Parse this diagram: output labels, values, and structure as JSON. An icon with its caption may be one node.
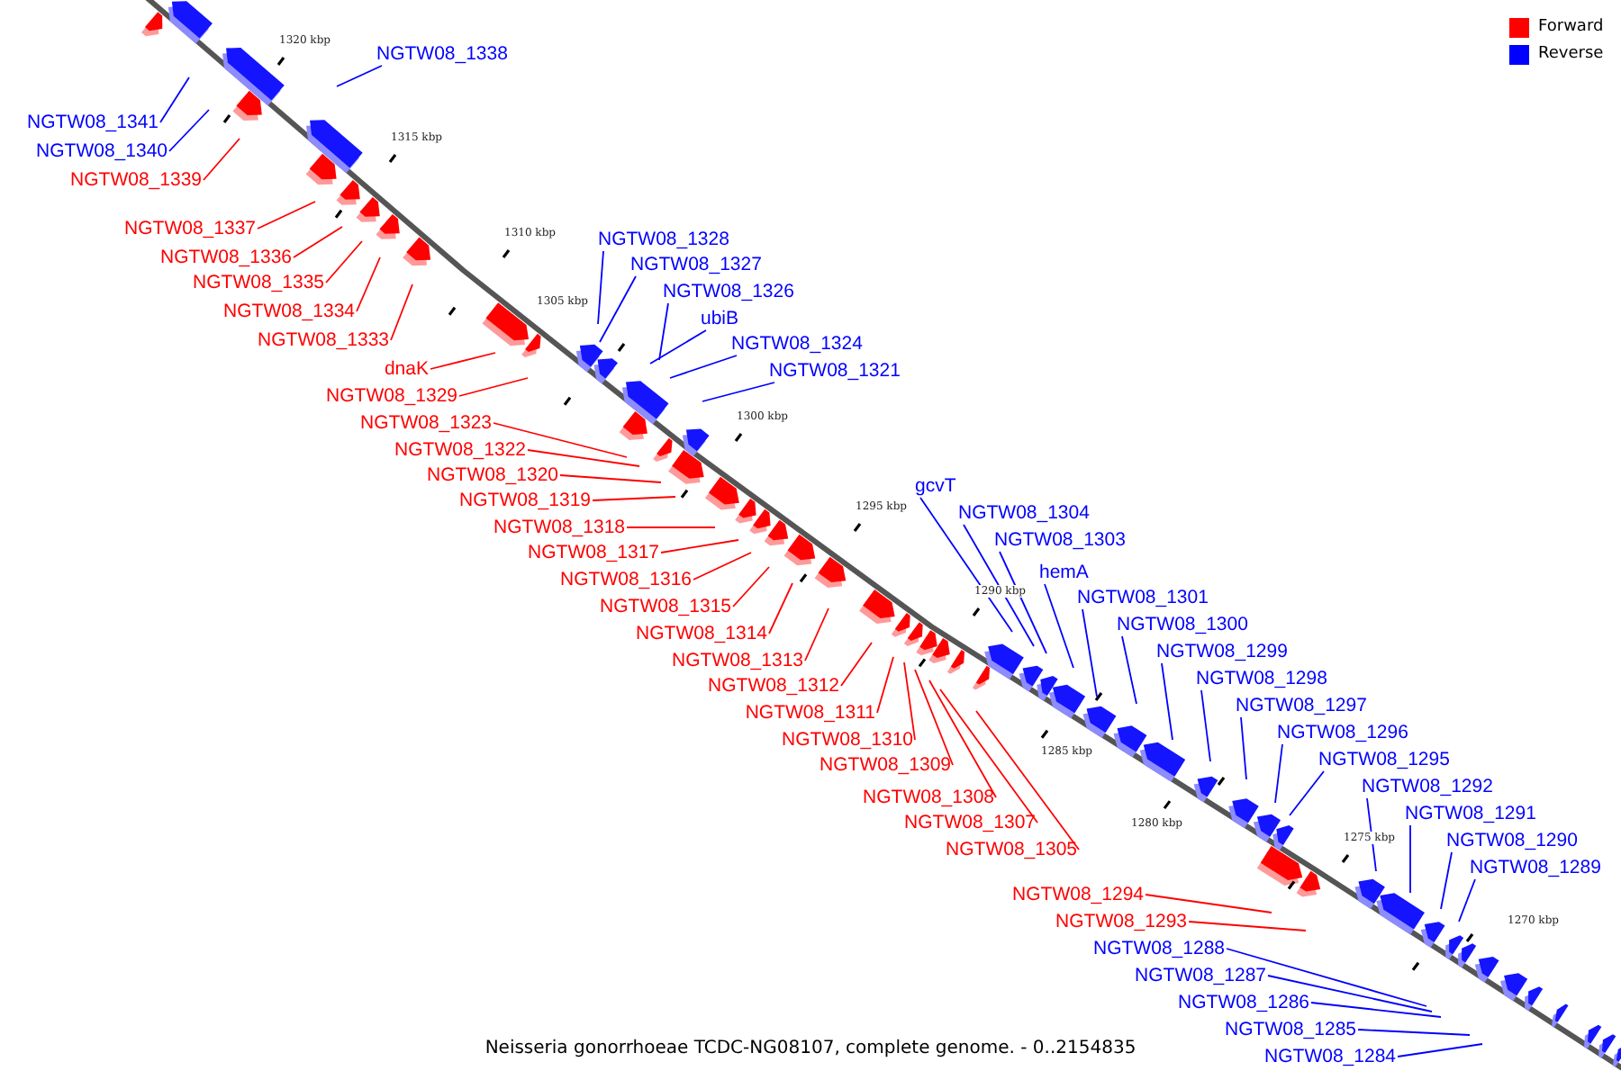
{
  "diagram": {
    "caption": "Neisseria gonorrhoeae TCDC-NG08107, complete genome. - 0..2154835",
    "nodes": [
      {
        "text": [
          "NGTW08_1338"
        ]
      },
      {
        "text": [
          "NGTW08_1341"
        ]
      },
      {
        "text": [
          "NGTW08_1340"
        ]
      },
      {
        "text": [
          "NGTW08_1339"
        ]
      },
      {
        "text": [
          "NGTW08_1337"
        ]
      },
      {
        "text": [
          "NGTW08_1328"
        ]
      },
      {
        "text": [
          "NGTW08_1336"
        ]
      },
      {
        "text": [
          "NGTW08_1327"
        ]
      },
      {
        "text": [
          "NGTW08_1335"
        ]
      },
      {
        "text": [
          "NGTW08_1326"
        ]
      },
      {
        "text": [
          "NGTW08_1334"
        ]
      },
      {
        "text": [
          "ubiB"
        ]
      },
      {
        "text": [
          "NGTW08_1333"
        ]
      },
      {
        "text": [
          "NGTW08_1324"
        ]
      },
      {
        "text": [
          "dnaK"
        ]
      },
      {
        "text": [
          "NGTW08_1321"
        ]
      },
      {
        "text": [
          "NGTW08_1329"
        ]
      },
      {
        "text": [
          "NGTW08_1323"
        ]
      },
      {
        "text": [
          "NGTW08_1322"
        ]
      },
      {
        "text": [
          "NGTW08_1320"
        ]
      },
      {
        "text": [
          "gcvT"
        ]
      },
      {
        "text": [
          "NGTW08_1319"
        ]
      },
      {
        "text": [
          "NGTW08_1304"
        ]
      },
      {
        "text": [
          "NGTW08_1318"
        ]
      },
      {
        "text": [
          "NGTW08_1303"
        ]
      },
      {
        "text": [
          "NGTW08_1317"
        ]
      },
      {
        "text": [
          "hemA"
        ]
      },
      {
        "text": [
          "NGTW08_1316"
        ]
      },
      {
        "text": [
          "NGTW08_1301"
        ]
      },
      {
        "text": [
          "NGTW08_1315"
        ]
      },
      {
        "text": [
          "NGTW08_1300"
        ]
      },
      {
        "text": [
          "NGTW08_1314"
        ]
      },
      {
        "text": [
          "NGTW08_1299"
        ]
      },
      {
        "text": [
          "NGTW08_1313"
        ]
      },
      {
        "text": [
          "NGTW08_1298"
        ]
      },
      {
        "text": [
          "NGTW08_1312"
        ]
      },
      {
        "text": [
          "NGTW08_1297"
        ]
      },
      {
        "text": [
          "NGTW08_1311"
        ]
      },
      {
        "text": [
          "NGTW08_1296"
        ]
      },
      {
        "text": [
          "NGTW08_1310"
        ]
      },
      {
        "text": [
          "NGTW08_1295"
        ]
      },
      {
        "text": [
          "NGTW08_1309"
        ]
      },
      {
        "text": [
          "NGTW08_1292"
        ]
      },
      {
        "text": [
          "NGTW08_1308"
        ]
      },
      {
        "text": [
          "NGTW08_1291"
        ]
      },
      {
        "text": [
          "NGTW08_1307"
        ]
      },
      {
        "text": [
          "NGTW08_1290"
        ]
      },
      {
        "text": [
          "NGTW08_1305"
        ]
      },
      {
        "text": [
          "NGTW08_1289"
        ]
      },
      {
        "text": [
          "NGTW08_1294"
        ]
      },
      {
        "text": [
          "NGTW08_1293"
        ]
      },
      {
        "text": [
          "NGTW08_1288"
        ]
      },
      {
        "text": [
          "NGTW08_1287"
        ]
      },
      {
        "text": [
          "NGTW08_1286"
        ]
      },
      {
        "text": [
          "NGTW08_1285"
        ]
      },
      {
        "text": [
          "NGTW08_1284"
        ]
      }
    ],
    "edges": [
      {
        "from": 0,
        "to": null,
        "arrow": "none"
      },
      {
        "from": 1,
        "to": null,
        "arrow": "none"
      },
      {
        "from": 2,
        "to": null,
        "arrow": "none"
      },
      {
        "from": 3,
        "to": null,
        "arrow": "none",
        "color": "#ff0000"
      },
      {
        "from": 4,
        "to": null,
        "arrow": "none",
        "color": "#ff0000"
      },
      {
        "from": 5,
        "to": null,
        "arrow": "none"
      },
      {
        "from": 6,
        "to": null,
        "arrow": "none",
        "color": "#ff0000"
      },
      {
        "from": 7,
        "to": null,
        "arrow": "none"
      },
      {
        "from": 8,
        "to": null,
        "arrow": "none",
        "color": "#ff0000"
      },
      {
        "from": 9,
        "to": null,
        "arrow": "none"
      },
      {
        "from": 10,
        "to": null,
        "arrow": "none",
        "color": "#ff0000"
      },
      {
        "from": 11,
        "to": null,
        "arrow": "none"
      },
      {
        "from": 12,
        "to": null,
        "arrow": "none",
        "color": "#ff0000"
      },
      {
        "from": 13,
        "to": null,
        "arrow": "none"
      },
      {
        "from": 14,
        "to": null,
        "arrow": "none",
        "color": "#ff0000"
      },
      {
        "from": 15,
        "to": null,
        "arrow": "none"
      },
      {
        "from": 16,
        "to": null,
        "arrow": "none",
        "color": "#ff0000"
      },
      {
        "from": 17,
        "to": null,
        "arrow": "none",
        "color": "#ff0000"
      },
      {
        "from": 18,
        "to": null,
        "arrow": "none",
        "color": "#ff0000"
      },
      {
        "from": 19,
        "to": null,
        "arrow": "none",
        "color": "#ff0000"
      },
      {
        "from": 20,
        "to": null,
        "arrow": "none"
      },
      {
        "from": 21,
        "to": null,
        "arrow": "none",
        "color": "#ff0000"
      },
      {
        "from": 22,
        "to": null,
        "arrow": "none"
      },
      {
        "from": 23,
        "to": null,
        "arrow": "none",
        "color": "#ff0000"
      },
      {
        "from": 24,
        "to": null,
        "arrow": "none"
      },
      {
        "from": 25,
        "to": null,
        "arrow": "none",
        "color": "#ff0000"
      },
      {
        "from": 26,
        "to": null,
        "arrow": "none"
      },
      {
        "from": 27,
        "to": null,
        "arrow": "none",
        "color": "#ff0000"
      },
      {
        "from": 28,
        "to": null,
        "arrow": "none"
      },
      {
        "from": 29,
        "to": null,
        "arrow": "none",
        "color": "#ff0000"
      },
      {
        "from": 30,
        "to": null,
        "arrow": "none"
      },
      {
        "from": 31,
        "to": null,
        "arrow": "none",
        "color": "#ff0000"
      },
      {
        "from": 32,
        "to": null,
        "arrow": "none"
      },
      {
        "from": 33,
        "to": null,
        "arrow": "none",
        "color": "#ff0000"
      },
      {
        "from": 34,
        "to": null,
        "arrow": "none"
      },
      {
        "from": 35,
        "to": null,
        "arrow": "none",
        "color": "#ff0000"
      },
      {
        "from": 36,
        "to": null,
        "arrow": "none"
      },
      {
        "from": 37,
        "to": null,
        "arrow": "none",
        "color": "#ff0000"
      },
      {
        "from": 38,
        "to": null,
        "arrow": "none"
      },
      {
        "from": 39,
        "to": null,
        "arrow": "none",
        "color": "#ff0000"
      },
      {
        "from": 40,
        "to": null,
        "arrow": "none"
      },
      {
        "from": 41,
        "to": null,
        "arrow": "none",
        "color": "#ff0000"
      },
      {
        "from": 42,
        "to": null,
        "arrow": "none"
      },
      {
        "from": 43,
        "to": null,
        "arrow": "none",
        "color": "#ff0000"
      },
      {
        "from": 44,
        "to": null,
        "arrow": "none"
      },
      {
        "from": 45,
        "to": null,
        "arrow": "none",
        "color": "#ff0000"
      },
      {
        "from": 46,
        "to": null,
        "arrow": "none"
      },
      {
        "from": 47,
        "to": null,
        "arrow": "none",
        "color": "#ff0000"
      },
      {
        "from": 48,
        "to": null,
        "arrow": "none"
      },
      {
        "from": 49,
        "to": null,
        "arrow": "none",
        "color": "#ff0000"
      },
      {
        "from": 50,
        "to": null,
        "arrow": "none",
        "color": "#ff0000"
      },
      {
        "from": 51,
        "to": null,
        "arrow": "none"
      },
      {
        "from": 52,
        "to": null,
        "arrow": "none"
      },
      {
        "from": 53,
        "to": null,
        "arrow": "none"
      },
      {
        "from": 54,
        "to": null,
        "arrow": "none"
      },
      {
        "from": 55,
        "to": null,
        "arrow": "none"
      }
    ],
    "labels": [
      "1320 kbp",
      "1315 kbp",
      "1310 kbp",
      "1305 kbp",
      "1300 kbp",
      "1295 kbp",
      "1290 kbp",
      "1285 kbp",
      "1280 kbp",
      "1275 kbp",
      "1270 kbp"
    ],
    "legend": [
      {
        "text": "Forward",
        "color": "#ff0000"
      },
      {
        "text": "Reverse",
        "color": "#0000ff"
      }
    ]
  }
}
